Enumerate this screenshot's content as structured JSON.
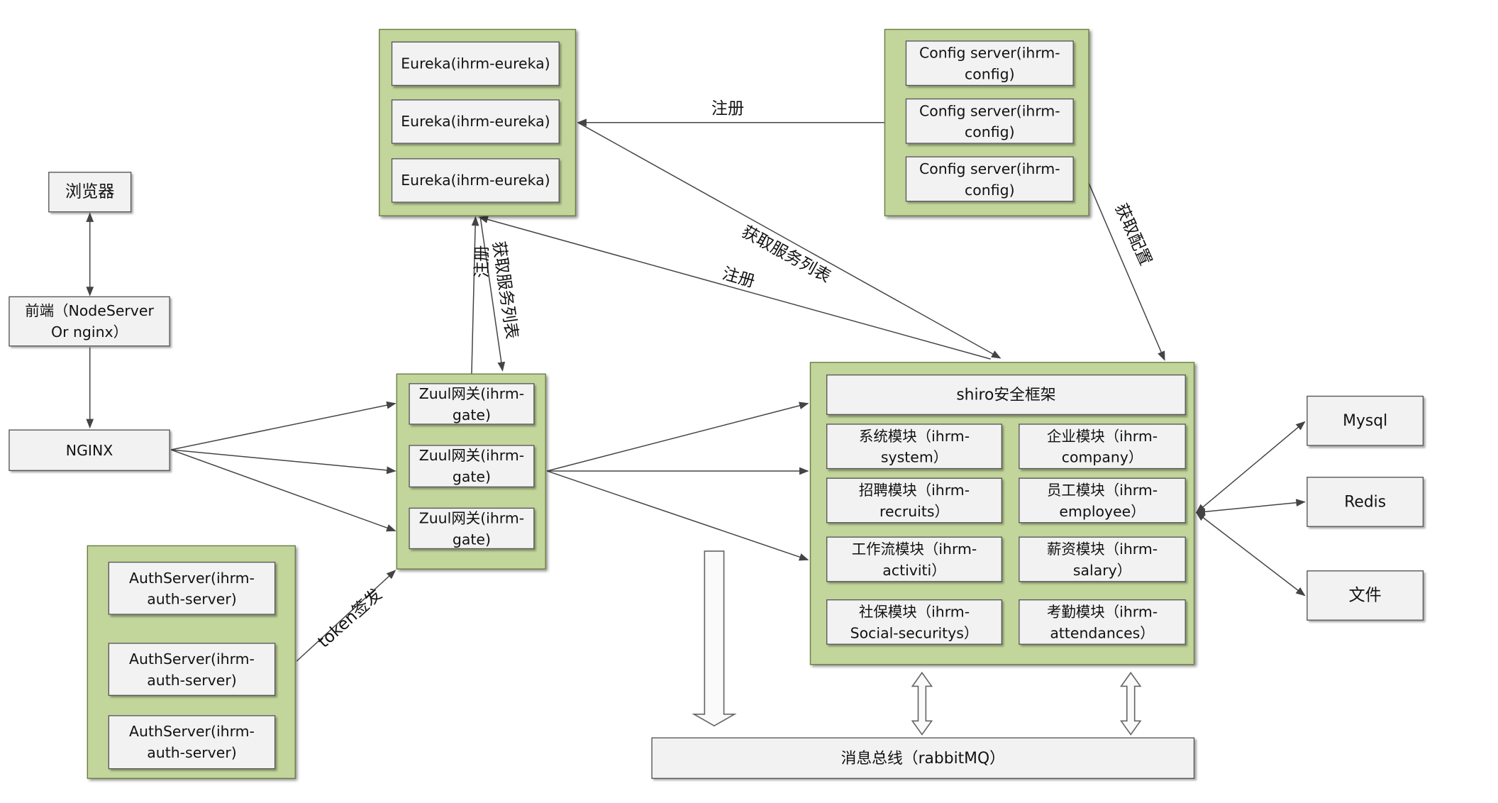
{
  "nodes": {
    "browser": "浏览器",
    "frontend": "前端（NodeServer\nOr nginx）",
    "nginx": "NGINX",
    "eureka": [
      "Eureka(ihrm-eureka)",
      "Eureka(ihrm-eureka)",
      "Eureka(ihrm-eureka)"
    ],
    "config": [
      "Config server(ihrm-\nconfig)",
      "Config server(ihrm-\nconfig)",
      "Config server(ihrm-\nconfig)"
    ],
    "zuul": [
      "Zuul网关(ihrm-\ngate)",
      "Zuul网关(ihrm-\ngate)",
      "Zuul网关(ihrm-\ngate)"
    ],
    "auth": [
      "AuthServer(ihrm-\nauth-server)",
      "AuthServer(ihrm-\nauth-server)",
      "AuthServer(ihrm-\nauth-server)"
    ],
    "shiro": "shiro安全框架",
    "modules": [
      "系统模块（ihrm-\nsystem）",
      "企业模块（ihrm-\ncompany）",
      "招聘模块（ihrm-\nrecruits）",
      "员工模块（ihrm-\nemployee）",
      "工作流模块（ihrm-\nactiviti）",
      "薪资模块（ihrm-\nsalary）",
      "社保模块（ihrm-\nSocial-securitys）",
      "考勤模块（ihrm-\nattendances）"
    ],
    "mysql": "Mysql",
    "redis": "Redis",
    "file": "文件",
    "mq": "消息总线（rabbitMQ）"
  },
  "edge_labels": {
    "config_register": "注册",
    "service_list_top": "获取服务列表",
    "service_register": "注册",
    "get_config": "获取配置",
    "zuul_register": "注册",
    "zuul_service_list": "获取服务列表",
    "token": "token签发"
  },
  "colors": {
    "group_fill": "#c2d59a",
    "box_fill": "#f2f2f2",
    "line": "#444444"
  }
}
